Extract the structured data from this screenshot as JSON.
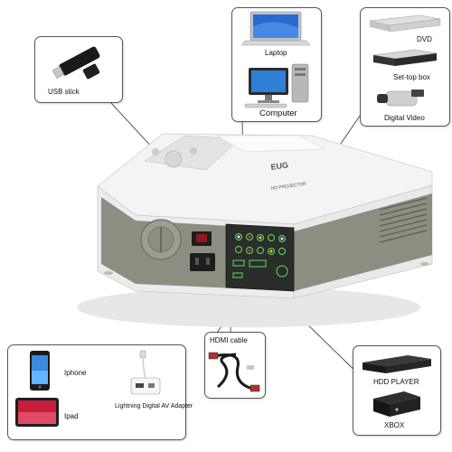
{
  "labels": {
    "usb_stick": "USB stick",
    "laptop": "Laptop",
    "computer": "Computer",
    "dvd": "DVD",
    "set_top_box": "Set-top box",
    "digital_video": "Digital Video",
    "hdmi_cable": "HDMI cable",
    "iphone": "Iphone",
    "ipad": "Ipad",
    "lightning_adapter": "Lightning Digital AV Adapter",
    "hdd_player": "HDD PLAYER",
    "xbox": "XBOX"
  },
  "projector": {
    "brand_mark": "EUG",
    "model_text": "HD PROJECTOR"
  },
  "colors": {
    "projector_body": "#f2f2f2",
    "projector_band": "#8a8f82",
    "panel": "#2a2d2a",
    "port_green": "#5ce05c",
    "callout_line": "#444444",
    "border": "#555555"
  },
  "icons": [
    "usb-stick-icon",
    "laptop-icon",
    "computer-icon",
    "dvd-player-icon",
    "set-top-box-icon",
    "video-camera-icon",
    "hdmi-cable-icon",
    "iphone-icon",
    "ipad-icon",
    "lightning-adapter-icon",
    "hdd-player-icon",
    "xbox-icon"
  ]
}
